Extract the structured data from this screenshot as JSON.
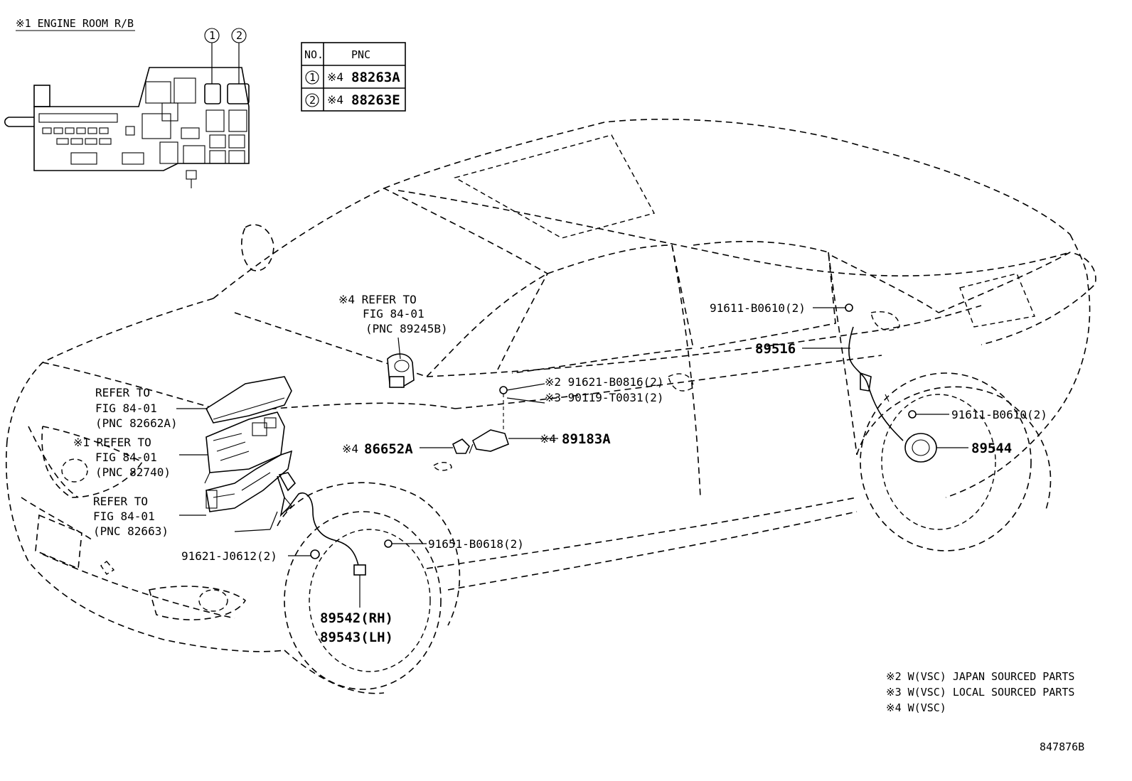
{
  "inset": {
    "title": "※1 ENGINE ROOM R/B",
    "callout1": "1",
    "callout2": "2"
  },
  "pnc_table": {
    "header_no": "NO.",
    "header_pnc": "PNC",
    "rows": [
      {
        "no": "1",
        "prefix": "※4",
        "pnc": "88263A"
      },
      {
        "no": "2",
        "prefix": "※4",
        "pnc": "88263E"
      }
    ]
  },
  "labels": {
    "ref_89245b": [
      "※4 REFER TO",
      "FIG 84-01",
      "(PNC 89245B)"
    ],
    "ref_82662a": [
      "REFER TO",
      "FIG 84-01",
      "(PNC 82662A)"
    ],
    "ref_82740": [
      "※1 REFER TO",
      "FIG 84-01",
      "(PNC 82740)"
    ],
    "ref_82663": [
      "REFER TO",
      "FIG 84-01",
      "(PNC 82663)"
    ],
    "p_91611_top": "91611-B0610(2)",
    "p_89516": "89516",
    "p_91621_b0816": "※2 91621-B0816(2)",
    "p_90119": "※3 90119-T0031(2)",
    "p_91611_mid": "91611-B0610(2)",
    "p_89544": "89544",
    "p_86652a_prefix": "※4",
    "p_86652a": "86652A",
    "p_89183a_prefix": "※4",
    "p_89183a": "89183A",
    "p_91651": "91651-B0618(2)",
    "p_91621_j0612": "91621-J0612(2)",
    "p_89542": "89542(RH)",
    "p_89543": "89543(LH)"
  },
  "notes": [
    "※2 W(VSC) JAPAN SOURCED PARTS",
    "※3 W(VSC) LOCAL SOURCED PARTS",
    "※4 W(VSC)"
  ],
  "figure_code": "847876B"
}
